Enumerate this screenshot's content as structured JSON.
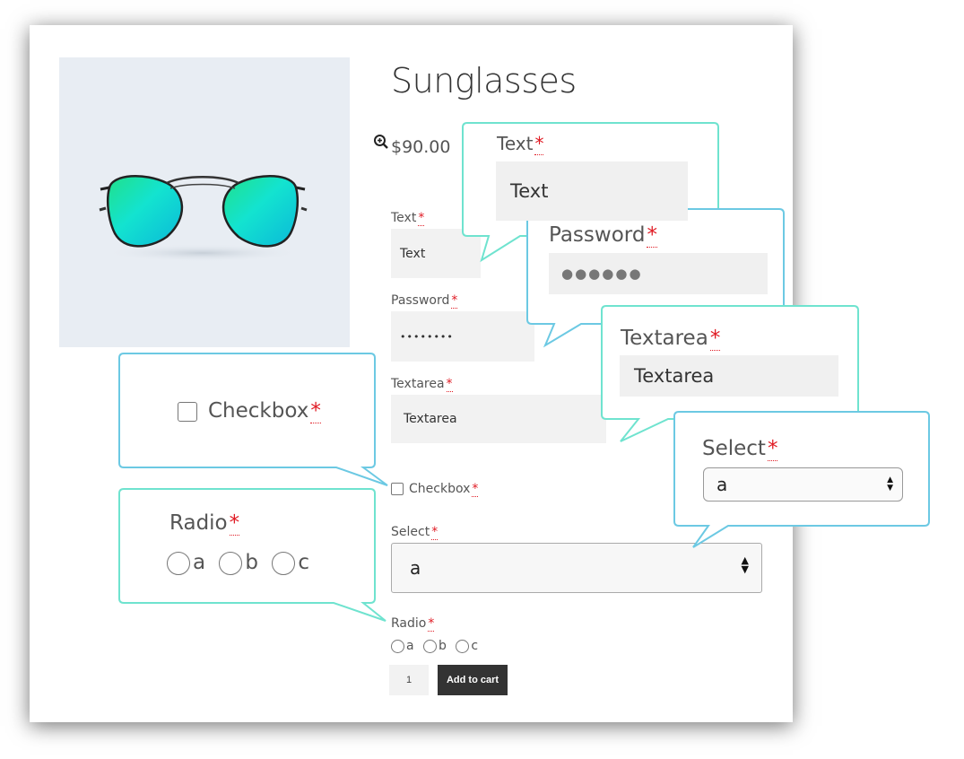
{
  "product": {
    "title": "Sunglasses",
    "price": "$90.00",
    "zoom_icon": "zoom-in-icon",
    "image": "aviator-sunglasses-image"
  },
  "form": {
    "required_mark": "*",
    "text_label": "Text",
    "text_value": "Text",
    "password_label": "Password",
    "password_value": "••••••••",
    "textarea_label": "Textarea",
    "textarea_value": "Textarea",
    "checkbox_label": "Checkbox",
    "select_label": "Select",
    "select_value": "a",
    "radio_label": "Radio",
    "radio_options": [
      "a",
      "b",
      "c"
    ],
    "quantity": "1",
    "add_to_cart": "Add to cart"
  },
  "callouts": {
    "text_label": "Text",
    "text_value": "Text",
    "password_label": "Password",
    "password_value": "●●●●●●",
    "textarea_label": "Textarea",
    "textarea_value": "Textarea",
    "checkbox_label": "Checkbox",
    "radio_label": "Radio",
    "radio_options": [
      "a",
      "b",
      "c"
    ],
    "select_label": "Select",
    "select_value": "a"
  },
  "colors": {
    "bubble_border": "#6fe3cf",
    "bubble_border_blue": "#6cc9e3",
    "required": "#e01b24",
    "button_bg": "#333333"
  }
}
